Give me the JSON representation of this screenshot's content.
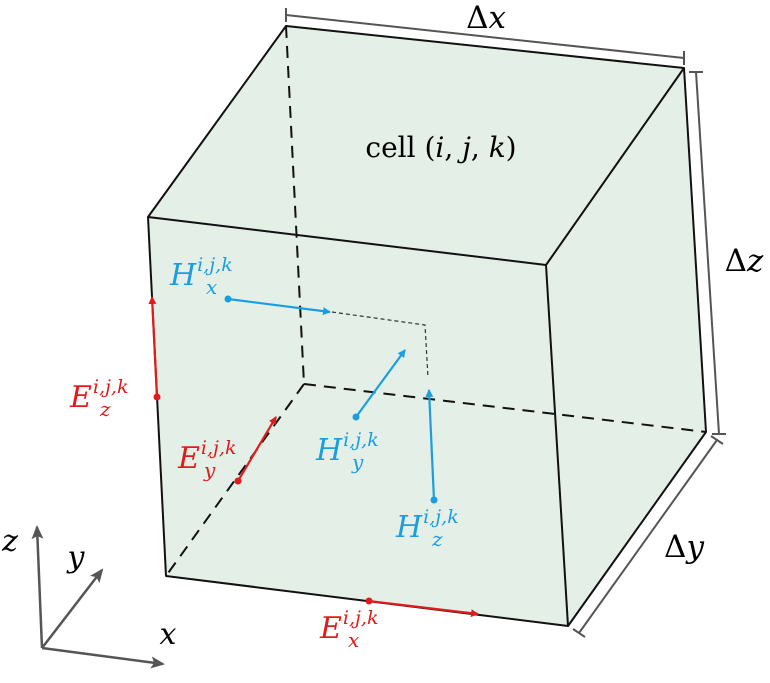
{
  "colors": {
    "face_fill": "#e4efe8",
    "edge": "#111111",
    "dim": "#555555",
    "electric": "#e01b1b",
    "magnetic": "#1a9ee0",
    "axis": "#555555"
  },
  "cell_label": {
    "prefix": "cell (",
    "i": "i",
    "c1": ", ",
    "j": "j",
    "c2": ", ",
    "k": "k",
    "suffix": ")"
  },
  "dimensions": {
    "dx": {
      "delta": "Δ",
      "var": "x"
    },
    "dy": {
      "delta": "Δ",
      "var": "y"
    },
    "dz": {
      "delta": "Δ",
      "var": "z"
    }
  },
  "fields": {
    "superscript": "i,j,k",
    "Hx": {
      "base": "H",
      "sub": "x"
    },
    "Hy": {
      "base": "H",
      "sub": "y"
    },
    "Hz": {
      "base": "H",
      "sub": "z"
    },
    "Ex": {
      "base": "E",
      "sub": "x"
    },
    "Ey": {
      "base": "E",
      "sub": "y"
    },
    "Ez": {
      "base": "E",
      "sub": "z"
    }
  },
  "axes": {
    "x": "x",
    "y": "y",
    "z": "z"
  }
}
